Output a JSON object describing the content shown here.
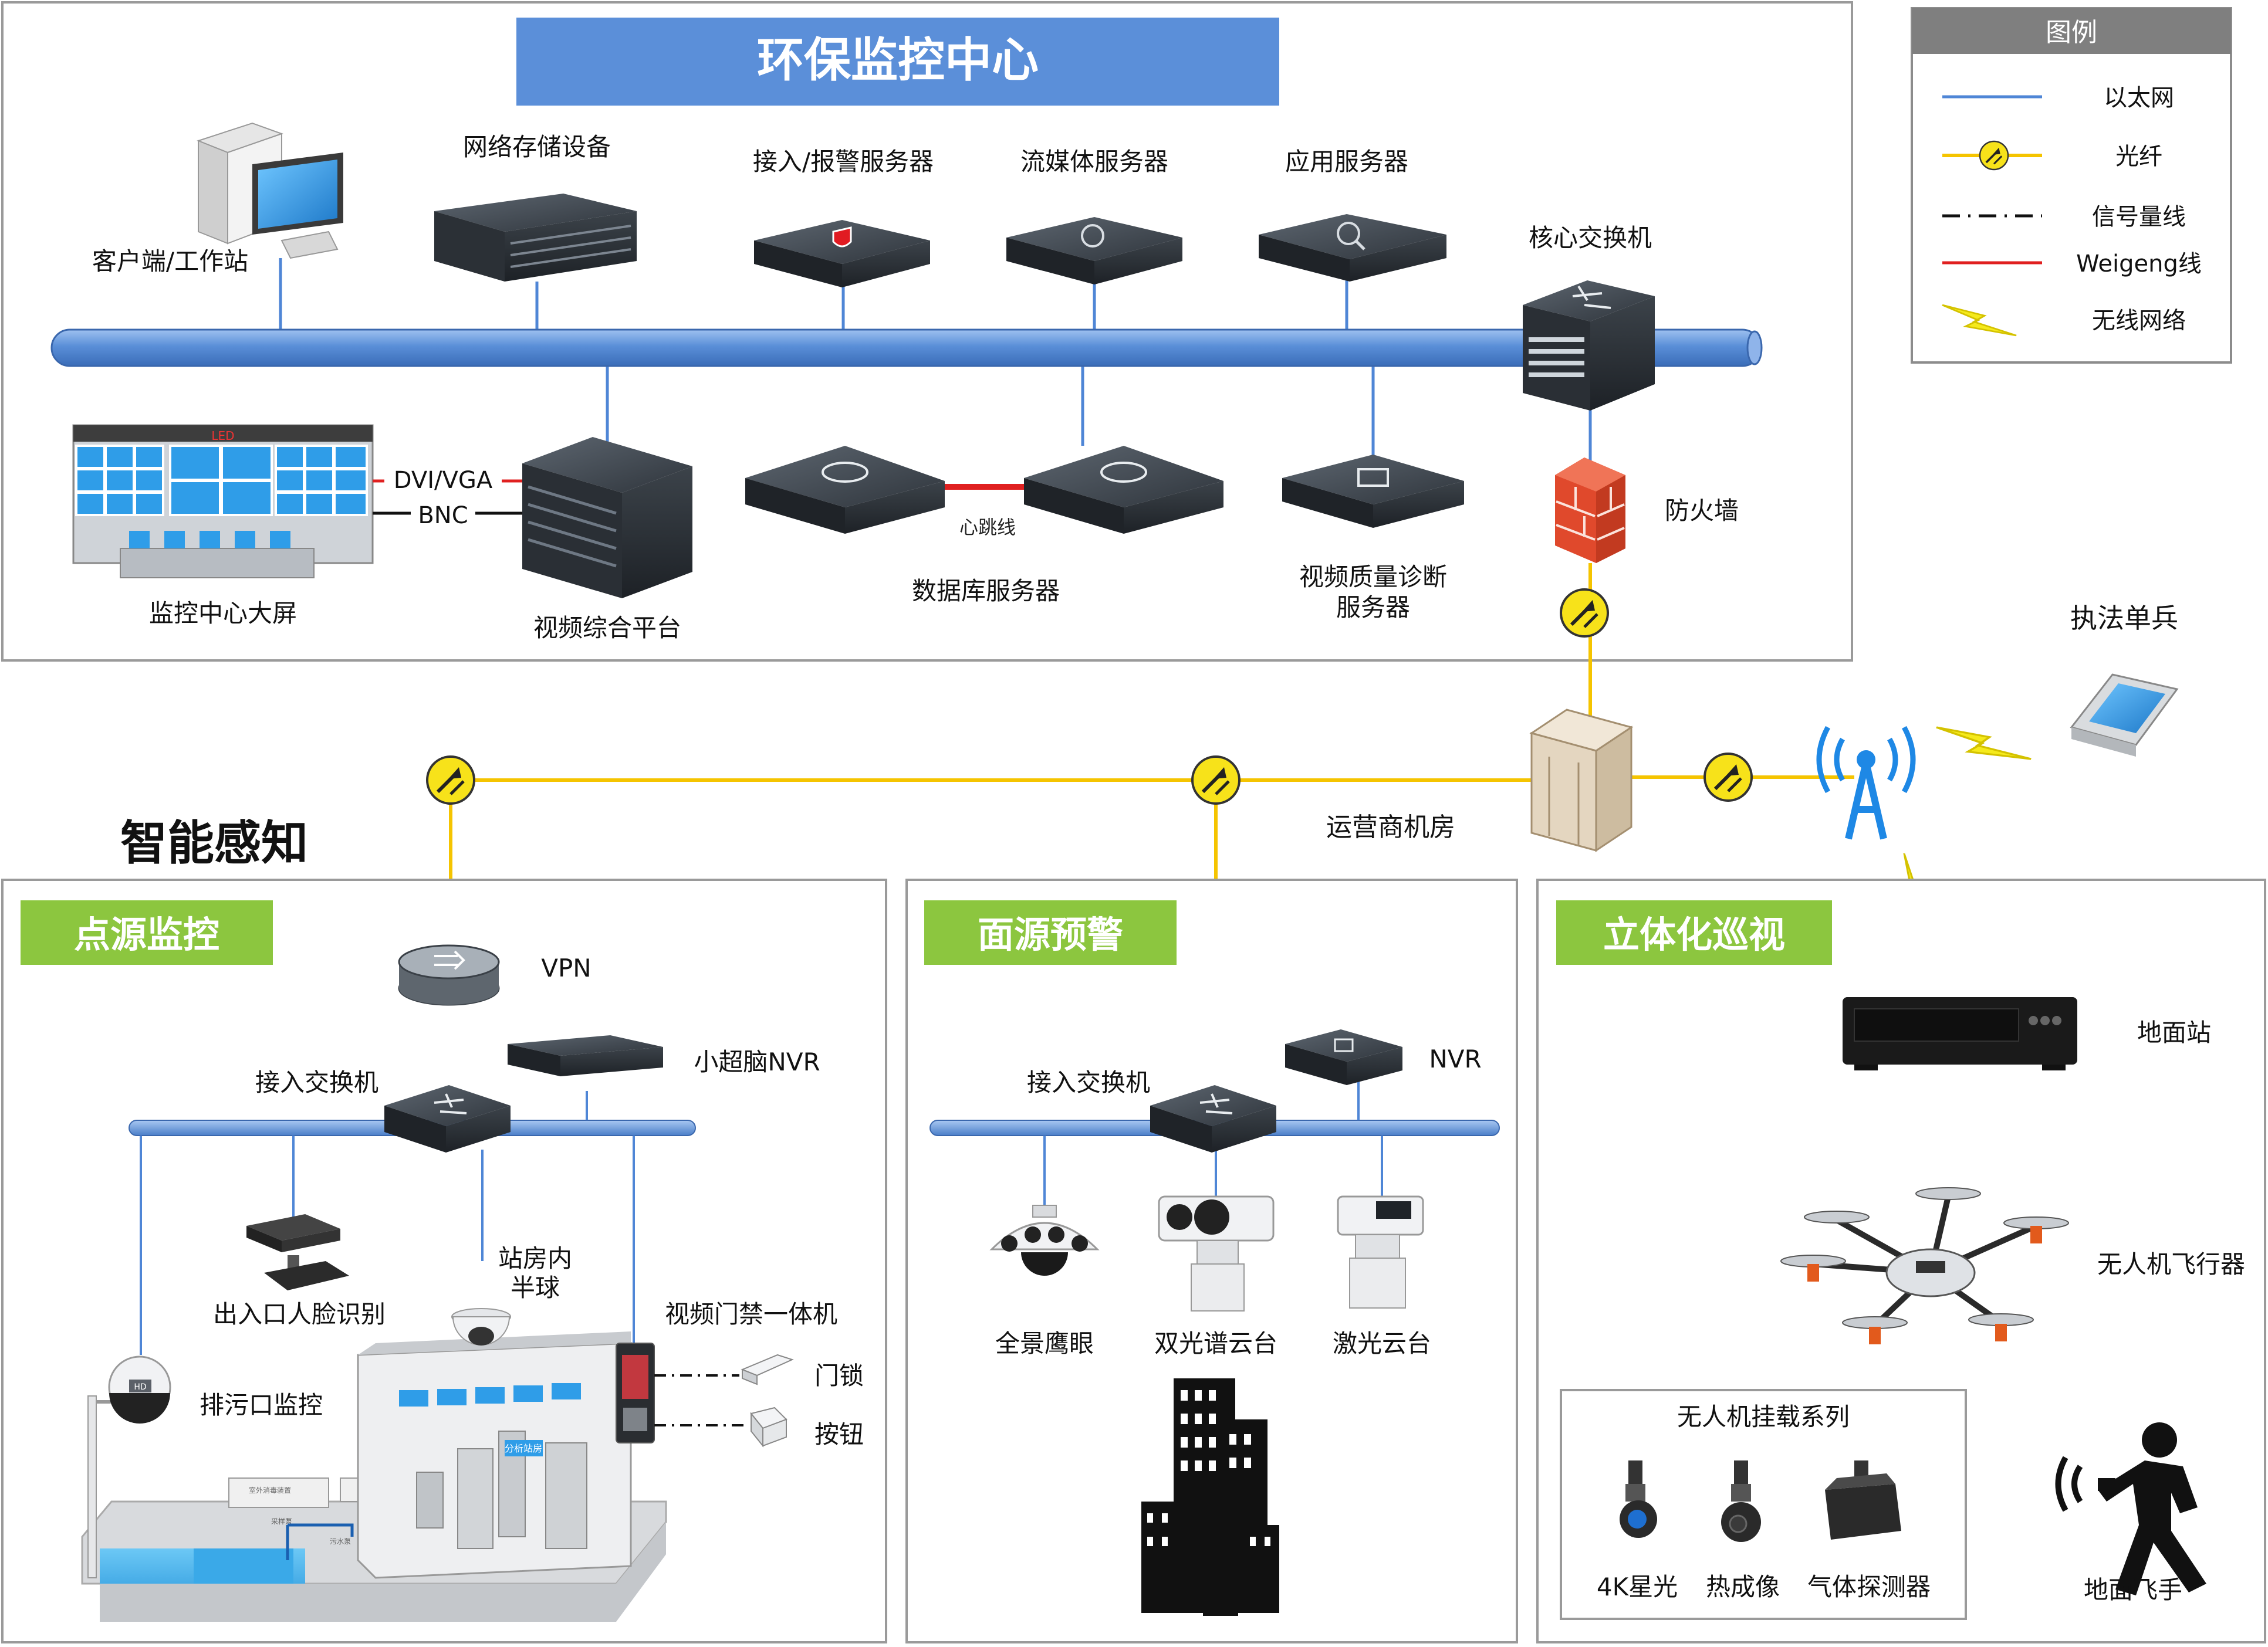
{
  "center": {
    "title": "环保监控中心",
    "client": "客户端/工作站",
    "nas": "网络存储设备",
    "access_server": "接入/报警服务器",
    "media_server": "流媒体服务器",
    "app_server": "应用服务器",
    "core_switch": "核心交换机",
    "big_screen": "监控中心大屏",
    "dvi_vga": "DVI/VGA",
    "bnc": "BNC",
    "led": "LED",
    "video_platform": "视频综合平台",
    "heartbeat": "心跳线",
    "db_server": "数据库服务器",
    "vqd_line1": "视频质量诊断",
    "vqd_line2": "服务器",
    "firewall": "防火墙"
  },
  "legend": {
    "title": "图例",
    "items": [
      "以太网",
      "光纤",
      "信号量线",
      "Weigeng线",
      "无线网络"
    ],
    "colors": {
      "ethernet": "#4f86d6",
      "fiber": "#f5c400",
      "weigeng": "#e02020"
    }
  },
  "mid": {
    "operator_room": "运营商机房",
    "officer": "执法单兵",
    "sensing_title": "智能感知"
  },
  "point": {
    "title": "点源监控",
    "vpn": "VPN",
    "switch": "接入交换机",
    "nvr": "小超脑NVR",
    "face": "出入口人脸识别",
    "dome_line1": "站房内",
    "dome_line2": "半球",
    "door_unit": "视频门禁一体机",
    "lock": "门锁",
    "button": "按钮",
    "outfall": "排污口监控",
    "cam_hd": "HD",
    "sign": "分析站房",
    "small_labels": [
      "室外消毒装置",
      "采样泵",
      "污水泵"
    ]
  },
  "area": {
    "title": "面源预警",
    "switch": "接入交换机",
    "nvr": "NVR",
    "eagle": "全景鹰眼",
    "dual": "双光谱云台",
    "laser": "激光云台"
  },
  "patrol": {
    "title": "立体化巡视",
    "ground_station": "地面站",
    "drone": "无人机飞行器",
    "payload_title": "无人机挂载系列",
    "payloads": [
      "4K星光",
      "热成像",
      "气体探测器"
    ],
    "pilot": "地面飞手"
  }
}
